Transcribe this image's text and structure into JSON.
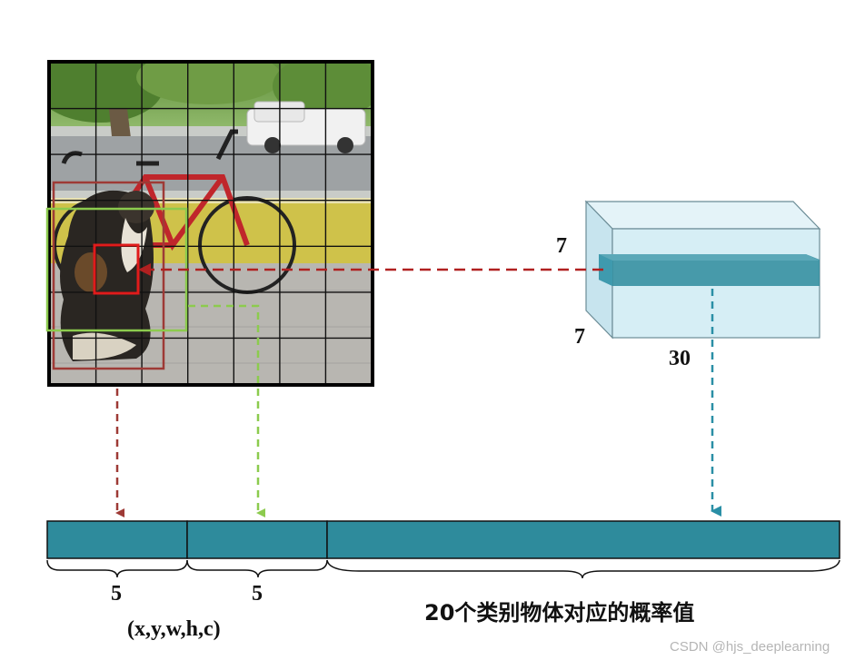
{
  "colors": {
    "teal": "#2E8B9C",
    "teal_light": "#5BA8B8",
    "cube_face": "#D6EEF5",
    "cube_edge": "#6B8C96",
    "brown": "#9E3A36",
    "green": "#8CCB4E",
    "red": "#E01B1B",
    "dark_red": "#B02020",
    "dash_teal": "#2A8FA6"
  },
  "photo": {
    "description_icon": "dog-bicycle-photo",
    "grid": {
      "rows": 7,
      "cols": 7
    }
  },
  "tensor": {
    "dim_height": "7",
    "dim_depth": "7",
    "dim_channels": "30"
  },
  "vector": {
    "segments": [
      {
        "count": "5",
        "caption": "(x,y,w,h,c)"
      },
      {
        "count": "5",
        "caption": ""
      },
      {
        "count": "",
        "caption": "20个类别物体对应的概率值"
      }
    ]
  },
  "watermark": "CSDN @hjs_deeplearning"
}
